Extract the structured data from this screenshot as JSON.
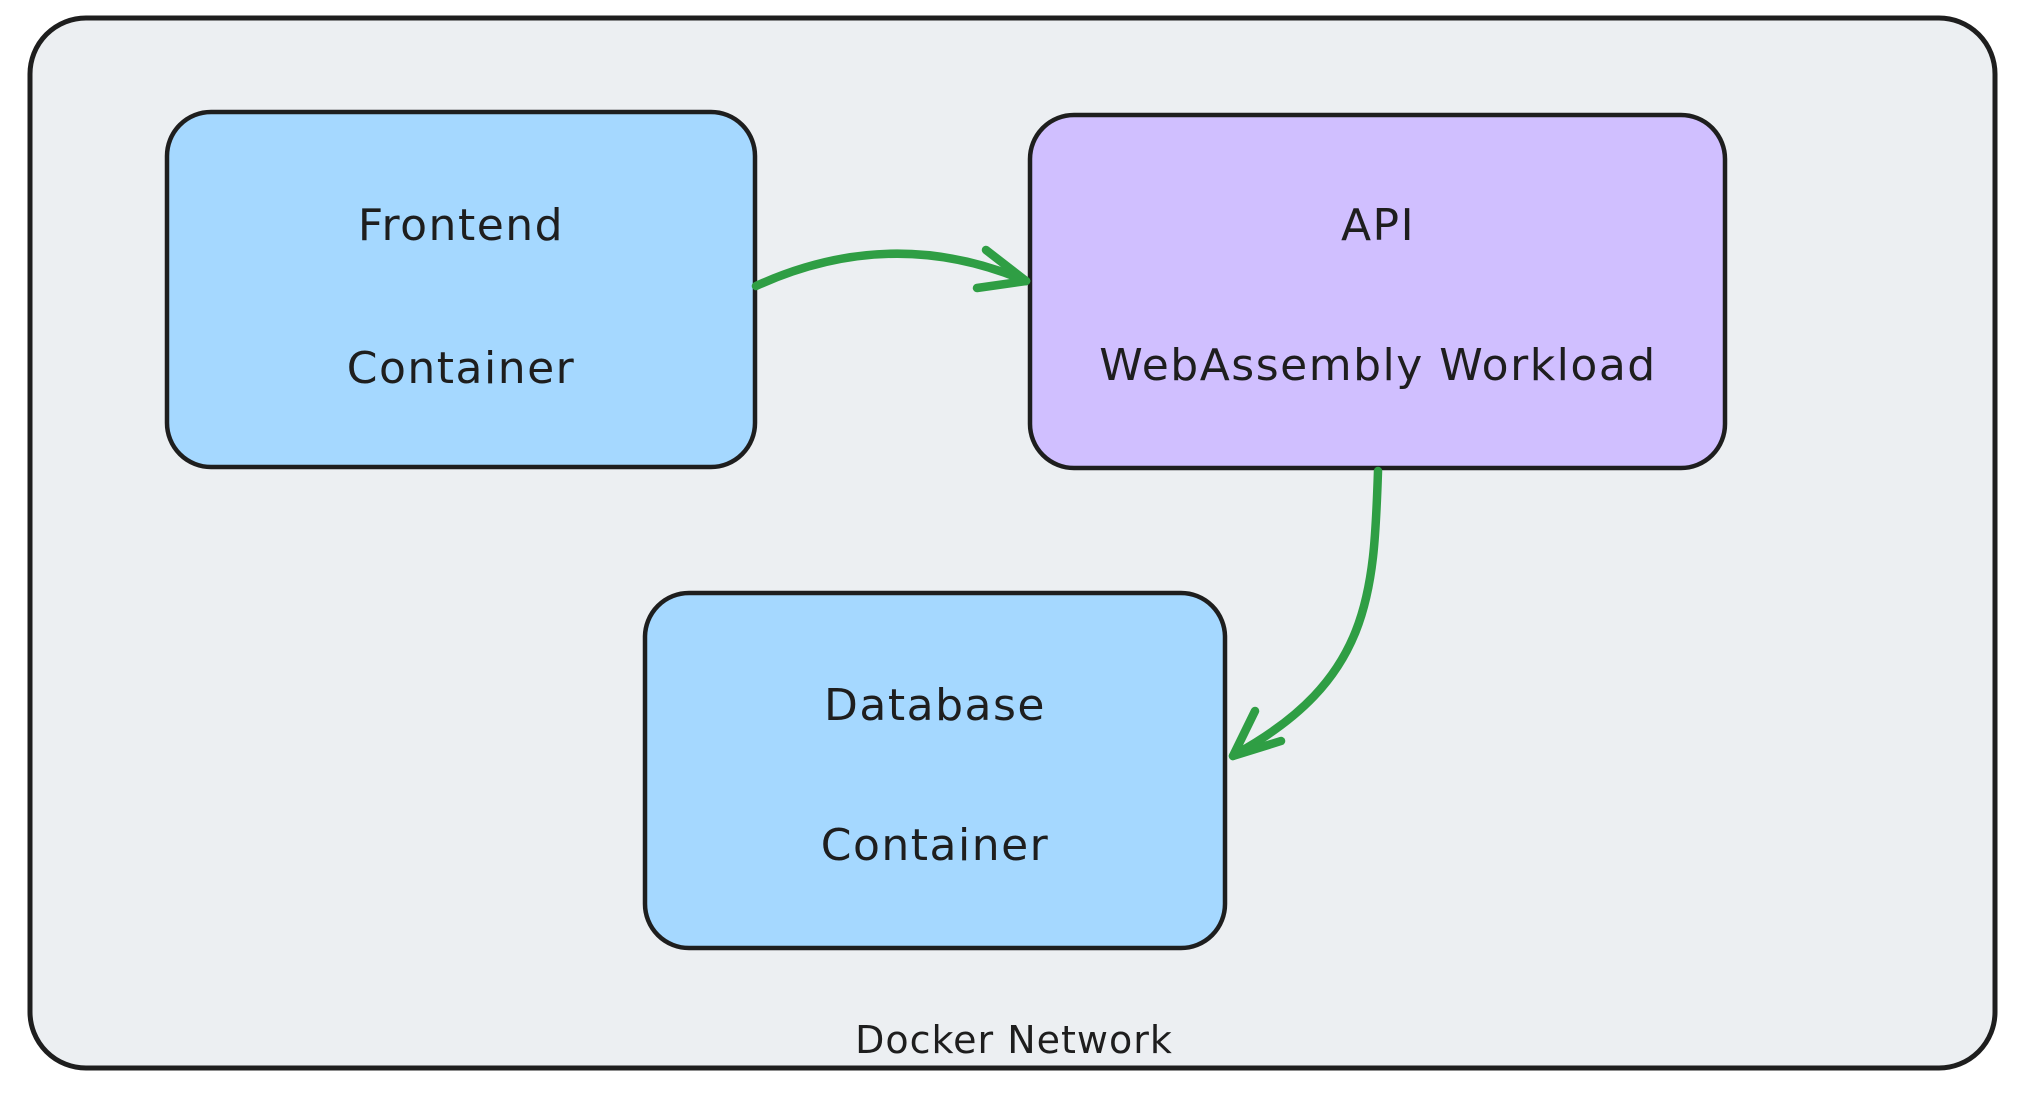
{
  "colors": {
    "page_background": "#ffffff",
    "network_fill": "#eceff2",
    "outline": "#1e1e1e",
    "text": "#1e1e1e",
    "node_blue": "#a5d8ff",
    "node_purple": "#d0bfff",
    "arrow_green": "#2f9e44"
  },
  "network": {
    "label": "Docker Network"
  },
  "nodes": [
    {
      "name": "frontend-container",
      "line1": "Frontend",
      "line2": "Container",
      "fill": "#a5d8ff"
    },
    {
      "name": "api-wasm-workload",
      "line1": "API",
      "line2": "WebAssembly Workload",
      "fill": "#d0bfff"
    },
    {
      "name": "database-container",
      "line1": "Database",
      "line2": "Container",
      "fill": "#a5d8ff"
    }
  ],
  "edges": [
    {
      "name": "frontend-to-api",
      "color": "#2f9e44"
    },
    {
      "name": "api-to-database",
      "color": "#2f9e44"
    }
  ]
}
